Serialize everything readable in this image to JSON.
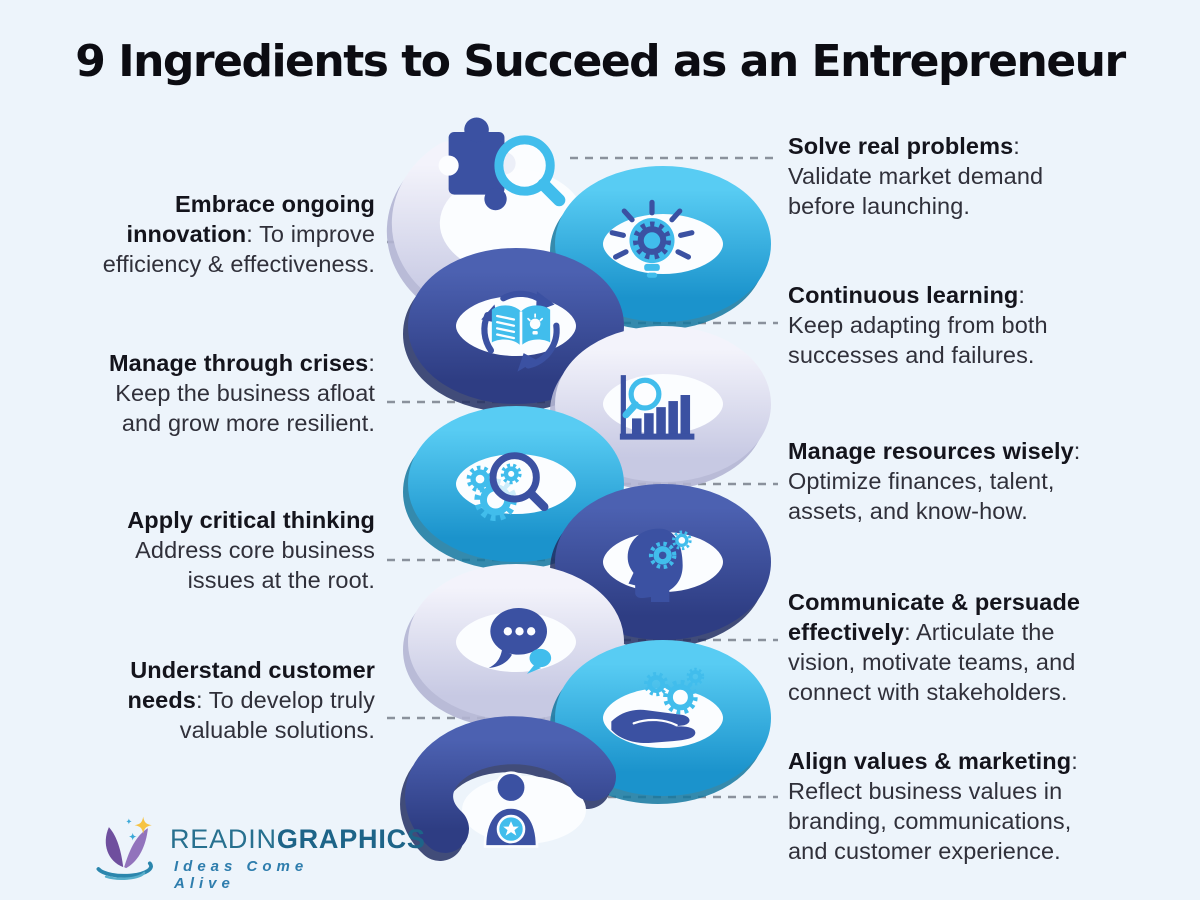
{
  "title": "9 Ingredients to Succeed as an Entrepreneur",
  "items": [
    {
      "icon": "puzzle-magnifier-icon",
      "side": "right",
      "bold": "Solve real problems",
      "rest": ":\nValidate market demand\nbefore launching."
    },
    {
      "icon": "lightbulb-gear-icon",
      "side": "left",
      "bold": "Embrace ongoing\ninnovation",
      "rest": ": To improve\nefficiency & effectiveness."
    },
    {
      "icon": "book-refresh-icon",
      "side": "right",
      "bold": "Continuous learning",
      "rest": ":\nKeep adapting from both\nsuccesses and failures."
    },
    {
      "icon": "chart-magnifier-icon",
      "side": "left",
      "bold": "Manage through crises",
      "rest": ":\nKeep the business afloat\nand grow more resilient."
    },
    {
      "icon": "gears-magnifier-icon",
      "side": "right",
      "bold": "Manage resources wisely",
      "rest": ":\nOptimize finances, talent,\nassets, and know-how."
    },
    {
      "icon": "head-gears-icon",
      "side": "left",
      "bold": "Apply critical thinking",
      "rest": "\nAddress core business\nissues at the root."
    },
    {
      "icon": "chat-bubble-icon",
      "side": "right",
      "bold": "Communicate & persuade\neffectively",
      "rest": ": Articulate the\nvision, motivate teams, and\nconnect with stakeholders."
    },
    {
      "icon": "hand-gears-icon",
      "side": "left",
      "bold": "Understand customer\nneeds",
      "rest": ": To develop truly\nvaluable solutions."
    },
    {
      "icon": "person-star-icon",
      "side": "right",
      "bold": "Align values & marketing",
      "rest": ":\nReflect business values in\nbranding, communications,\nand customer experience."
    }
  ],
  "logo": {
    "brand_regular": "READIN",
    "brand_bold": "GRAPHICS",
    "tagline": "Ideas Come Alive"
  },
  "colors": {
    "background": "#edf4fb",
    "ribbon_navy": "#3b51a2",
    "ribbon_cyan": "#38b6e9",
    "ribbon_lavender": "#dfe0f0",
    "icon_navy": "#3b51a2",
    "icon_cyan": "#41bdec",
    "dash_gray": "#8a919c",
    "title_text": "#0c0c12",
    "body_text": "#30303a",
    "logo_teal": "#27708f",
    "logo_tagline": "#2e7dad",
    "star_yellow": "#f6c344"
  }
}
